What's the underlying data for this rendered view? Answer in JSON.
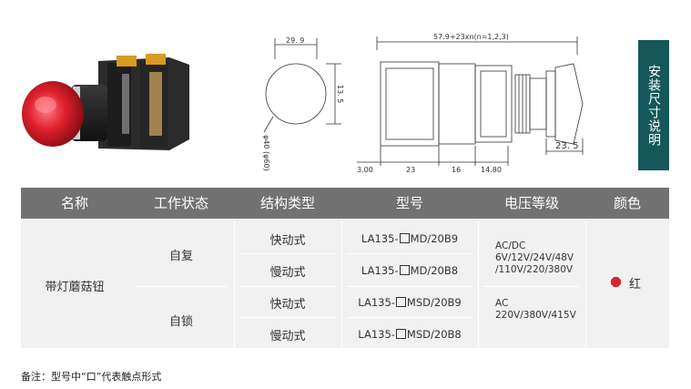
{
  "side_tab": {
    "label": "安装尺寸说明"
  },
  "drawing": {
    "front_width": "29. 9",
    "front_height": "13. 5",
    "front_diameter": "φ40 (φ60)",
    "side_length": "57.9+23xn(n=1,2,3)",
    "side_dims": [
      "3.00",
      "23",
      "16",
      "14.80"
    ],
    "side_right": "23. 5"
  },
  "table": {
    "headers": [
      "名称",
      "工作状态",
      "结构类型",
      "型号",
      "电压等级",
      "颜色"
    ],
    "name": "带灯蘑菇钮",
    "states": [
      "自复",
      "自锁"
    ],
    "types": [
      "快动式",
      "慢动式",
      "快动式",
      "慢动式"
    ],
    "models": [
      {
        "prefix": "LA135-",
        "suffix": "MD/20B9"
      },
      {
        "prefix": "LA135-",
        "suffix": "MD/20B8"
      },
      {
        "prefix": "LA135-",
        "suffix": "MSD/20B9"
      },
      {
        "prefix": "LA135-",
        "suffix": "MSD/20B8"
      }
    ],
    "voltage_groups": [
      {
        "lines": [
          "AC/DC",
          "6V/12V/24V/48V",
          "/110V/220/380V"
        ]
      },
      {
        "lines": [
          "AC",
          "220V/380V/415V"
        ]
      }
    ],
    "color": {
      "label": "红",
      "hex": "#d8262e"
    }
  },
  "footnote": "备注：型号中“口”代表触点形式"
}
